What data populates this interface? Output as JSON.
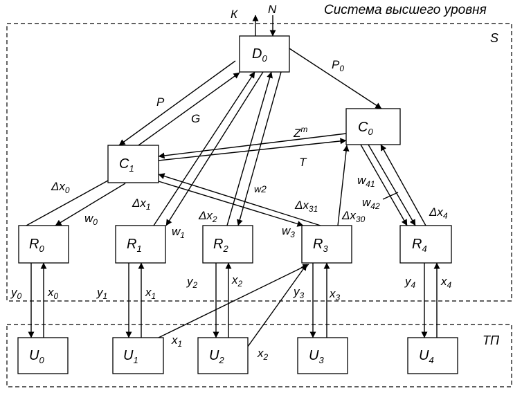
{
  "regions": {
    "top_title": "Система высшего уровня",
    "system": "S",
    "process": "ТП"
  },
  "nodes": {
    "D0": {
      "main": "D",
      "sub": "0"
    },
    "C0": {
      "main": "C",
      "sub": "0"
    },
    "C1": {
      "main": "C",
      "sub": "1"
    },
    "R0": {
      "main": "R",
      "sub": "0"
    },
    "R1": {
      "main": "R",
      "sub": "1"
    },
    "R2": {
      "main": "R",
      "sub": "2"
    },
    "R3": {
      "main": "R",
      "sub": "3"
    },
    "R4": {
      "main": "R",
      "sub": "4"
    },
    "U0": {
      "main": "U",
      "sub": "0"
    },
    "U1": {
      "main": "U",
      "sub": "1"
    },
    "U2": {
      "main": "U",
      "sub": "2"
    },
    "U3": {
      "main": "U",
      "sub": "3"
    },
    "U4": {
      "main": "U",
      "sub": "4"
    }
  },
  "labels": {
    "K": {
      "main": "К",
      "sub": ""
    },
    "N": {
      "main": "N",
      "sub": ""
    },
    "P0": {
      "main": "P",
      "sub": "0"
    },
    "P": {
      "main": "P",
      "sub": ""
    },
    "G": {
      "main": "G",
      "sub": ""
    },
    "Zm": {
      "main": "Z",
      "sup": "m"
    },
    "T": {
      "main": "T",
      "sub": ""
    },
    "dx0": {
      "main": "Δx",
      "sub": "0"
    },
    "w0": {
      "main": "w",
      "sub": "0"
    },
    "dx1": {
      "main": "Δx",
      "sub": "1"
    },
    "w1": {
      "main": "w",
      "sub": "1"
    },
    "w2": {
      "main": "w2",
      "sub": ""
    },
    "dx2": {
      "main": "Δx",
      "sub": "2"
    },
    "dx31": {
      "main": "Δx",
      "sub": "31"
    },
    "w3": {
      "main": "w",
      "sub": "3"
    },
    "dx30": {
      "main": "Δx",
      "sub": "30"
    },
    "w41": {
      "main": "w",
      "sub": "41"
    },
    "w42": {
      "main": "w",
      "sub": "42"
    },
    "dx4": {
      "main": "Δx",
      "sub": "4"
    },
    "y0": {
      "main": "y",
      "sub": "0"
    },
    "x0": {
      "main": "x",
      "sub": "0"
    },
    "y1": {
      "main": "y",
      "sub": "1"
    },
    "x1": {
      "main": "x",
      "sub": "1"
    },
    "y2": {
      "main": "y",
      "sub": "2"
    },
    "x2": {
      "main": "x",
      "sub": "2"
    },
    "y3": {
      "main": "y",
      "sub": "3"
    },
    "x3": {
      "main": "x",
      "sub": "3"
    },
    "y4": {
      "main": "y",
      "sub": "4"
    },
    "x4": {
      "main": "x",
      "sub": "4"
    },
    "x1b": {
      "main": "x",
      "sub": "1"
    },
    "x2b": {
      "main": "x",
      "sub": "2"
    }
  }
}
